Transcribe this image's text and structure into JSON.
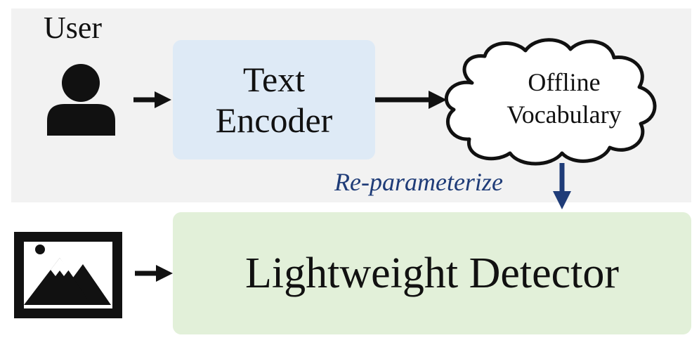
{
  "labels": {
    "user": "User",
    "text_encoder_line1": "Text",
    "text_encoder_line2": "Encoder",
    "offline_vocabulary_line1": "Offline",
    "offline_vocabulary_line2": "Vocabulary",
    "reparameterize": "Re-parameterize",
    "lightweight_detector": "Lightweight Detector"
  },
  "icons": {
    "user": "person-icon",
    "image": "image-icon"
  },
  "colors": {
    "top_panel": "#f2f2f2",
    "text_encoder_box": "#deeaf6",
    "detector_box": "#e2f0d9",
    "reparameterize_arrow": "#1f3c78",
    "arrows": "#111111"
  }
}
